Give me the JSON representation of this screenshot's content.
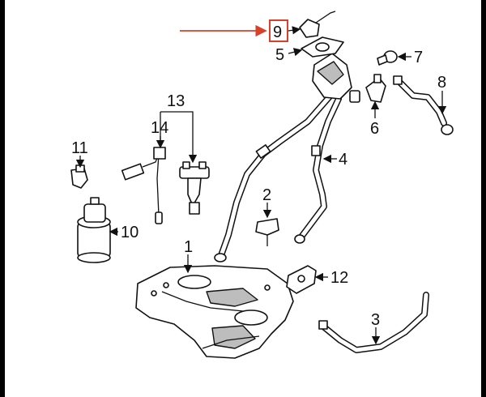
{
  "colors": {
    "highlight": "#d9402c",
    "ink": "#111111"
  },
  "callouts": {
    "c1": "1",
    "c2": "2",
    "c3": "3",
    "c4": "4",
    "c5": "5",
    "c6": "6",
    "c7": "7",
    "c8": "8",
    "c9": "9",
    "c10": "10",
    "c11": "11",
    "c12": "12",
    "c13": "13",
    "c14": "14"
  }
}
